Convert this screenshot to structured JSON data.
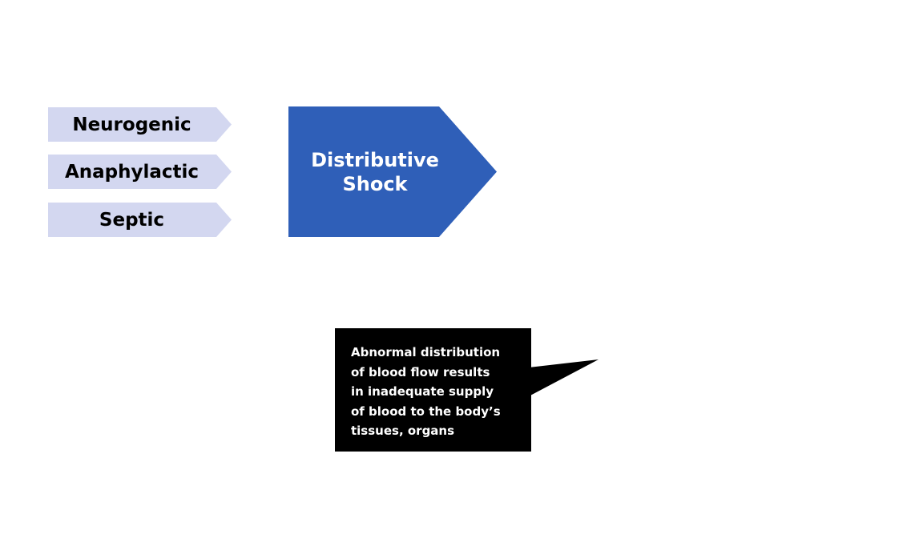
{
  "diagram": {
    "causes": [
      {
        "label": "Neurogenic"
      },
      {
        "label": "Anaphylactic"
      },
      {
        "label": "Septic"
      }
    ],
    "main": {
      "title_line1": "Distributive",
      "title_line2": "Shock"
    },
    "callout": {
      "lines": [
        "Abnormal distribution",
        "of blood flow results",
        "in inadequate supply",
        "of blood to the body’s",
        "tissues, organs"
      ]
    },
    "colors": {
      "cause_fill": "#d3d7f0",
      "main_fill": "#2f5fb8",
      "callout_fill": "#000000",
      "callout_text": "#ffffff"
    }
  }
}
